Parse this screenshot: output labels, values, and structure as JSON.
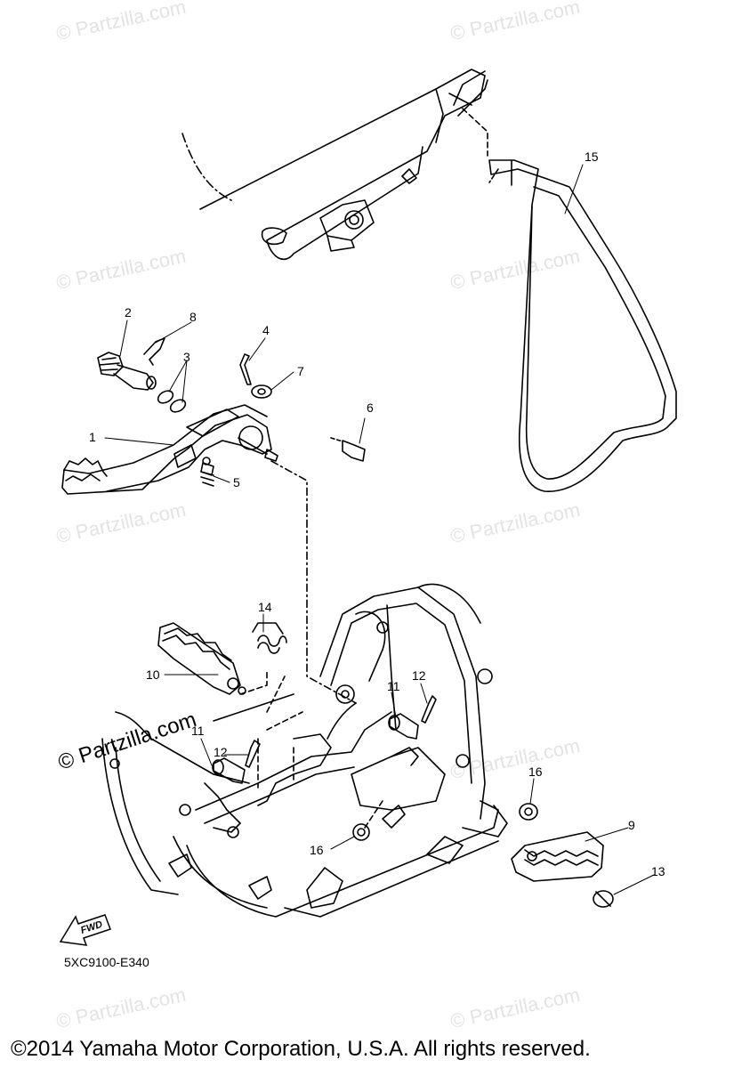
{
  "watermark": "© Partzilla.com",
  "featured_watermark": "© Partzilla.com",
  "fwd_label": "FWD",
  "diagram_code": "5XC9100-E340",
  "copyright": "©2014 Yamaha Motor Corporation, U.S.A. All rights reserved.",
  "callouts": [
    "1",
    "2",
    "3",
    "4",
    "5",
    "6",
    "7",
    "8",
    "9",
    "10",
    "11",
    "11",
    "12",
    "12",
    "13",
    "14",
    "15",
    "16",
    "16"
  ]
}
